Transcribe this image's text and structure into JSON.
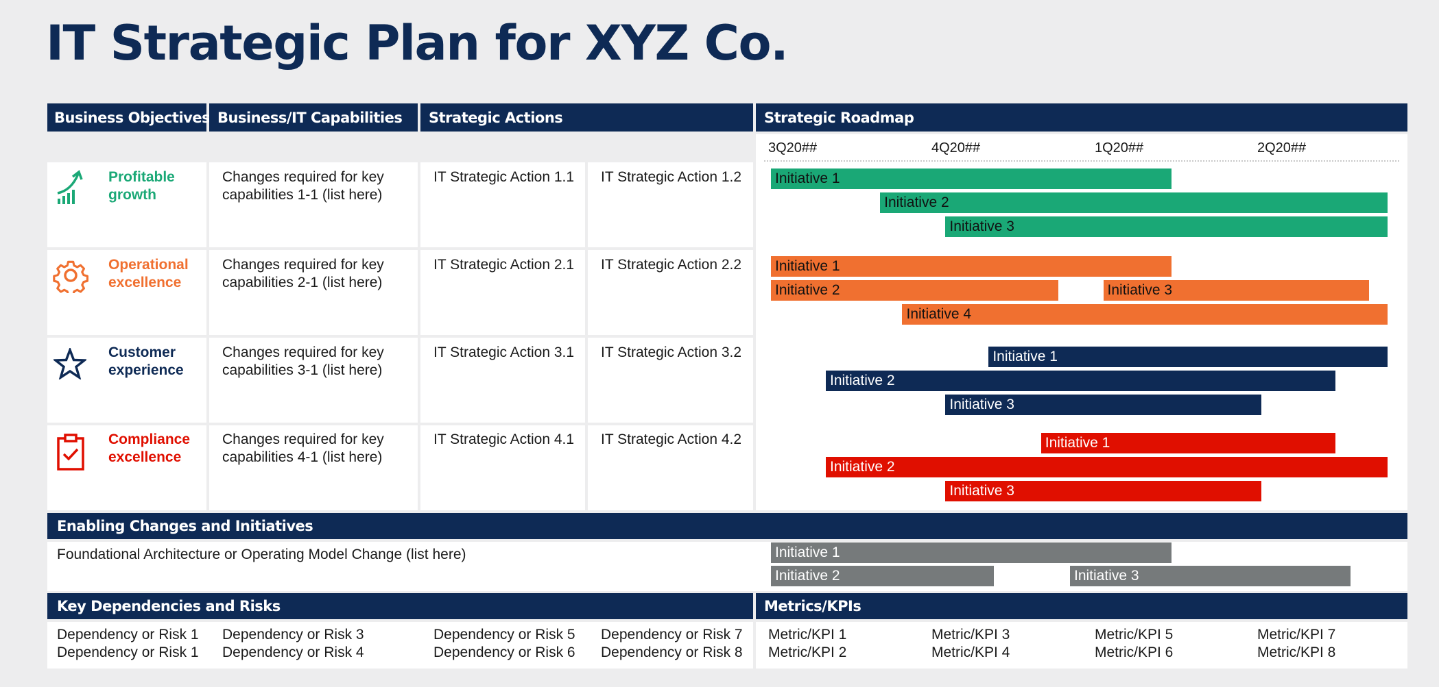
{
  "title": "IT Strategic Plan for XYZ Co.",
  "headers": {
    "objectives": "Business Objectives",
    "capabilities": "Business/IT Capabilities",
    "actions": "Strategic Actions",
    "roadmap": "Strategic Roadmap",
    "enabling": "Enabling Changes and Initiatives",
    "dependencies": "Key Dependencies and Risks",
    "metrics": "Metrics/KPIs"
  },
  "quarters": [
    "3Q20##",
    "4Q20##",
    "1Q20##",
    "2Q20##"
  ],
  "objectives": [
    {
      "label_line1": "Profitable",
      "label_line2": "growth",
      "color": "#1aa876",
      "icon": "growth-chart-icon",
      "capability_line1": "Changes required for key",
      "capability_line2": "capabilities 1-1 (list here)",
      "action1": "IT Strategic Action 1.1",
      "action2": "IT Strategic Action 1.2",
      "initiatives": [
        {
          "label": "Initiative 1",
          "start": 0.0,
          "end": 0.65
        },
        {
          "label": "Initiative 2",
          "start": 0.177,
          "end": 1.0
        },
        {
          "label": "Initiative 3",
          "start": 0.283,
          "end": 1.0
        }
      ]
    },
    {
      "label_line1": "Operational",
      "label_line2": "excellence",
      "color": "#f07030",
      "icon": "gear-icon",
      "capability_line1": "Changes required for key",
      "capability_line2": "capabilities 2-1 (list here)",
      "action1": "IT Strategic Action 2.1",
      "action2": "IT Strategic Action 2.2",
      "initiatives": [
        {
          "label": "Initiative 1",
          "start": 0.0,
          "end": 0.65
        },
        {
          "label": "Initiative 2",
          "start": 0.0,
          "end": 0.466
        },
        {
          "label": "Initiative 3",
          "start": 0.539,
          "end": 0.97
        },
        {
          "label": "Initiative 4",
          "start": 0.213,
          "end": 1.0
        }
      ]
    },
    {
      "label_line1": "Customer",
      "label_line2": "experience",
      "color": "#0e2a55",
      "icon": "star-icon",
      "capability_line1": "Changes required for key",
      "capability_line2": "capabilities 3-1 (list here)",
      "action1": "IT Strategic Action 3.1",
      "action2": "IT Strategic Action 3.2",
      "initiatives": [
        {
          "label": "Initiative 1",
          "start": 0.353,
          "end": 1.0
        },
        {
          "label": "Initiative 2",
          "start": 0.089,
          "end": 0.915
        },
        {
          "label": "Initiative 3",
          "start": 0.283,
          "end": 0.795
        }
      ]
    },
    {
      "label_line1": "Compliance",
      "label_line2": "excellence",
      "color": "#e00f00",
      "icon": "clipboard-check-icon",
      "capability_line1": "Changes required for key",
      "capability_line2": "capabilities 4-1 (list here)",
      "action1": "IT Strategic Action 4.1",
      "action2": "IT Strategic Action 4.2",
      "initiatives": [
        {
          "label": "Initiative 1",
          "start": 0.438,
          "end": 0.915
        },
        {
          "label": "Initiative 2",
          "start": 0.089,
          "end": 1.0
        },
        {
          "label": "Initiative 3",
          "start": 0.283,
          "end": 0.795
        }
      ]
    }
  ],
  "enabling": {
    "text": "Foundational Architecture or Operating Model Change (list here)",
    "color": "#767a7b",
    "initiatives": [
      {
        "label": "Initiative 1",
        "start": 0.0,
        "end": 0.65
      },
      {
        "label": "Initiative 2",
        "start": 0.0,
        "end": 0.362
      },
      {
        "label": "Initiative 3",
        "start": 0.485,
        "end": 0.94
      }
    ]
  },
  "dependencies": [
    [
      "Dependency or Risk 1",
      "Dependency or Risk 1"
    ],
    [
      "Dependency or Risk 3",
      "Dependency or Risk 4"
    ],
    [
      "Dependency or Risk 5",
      "Dependency or Risk 6"
    ],
    [
      "Dependency or Risk 7",
      "Dependency or Risk 8"
    ]
  ],
  "metrics": [
    [
      "Metric/KPI 1",
      "Metric/KPI 2"
    ],
    [
      "Metric/KPI 3",
      "Metric/KPI 4"
    ],
    [
      "Metric/KPI 5",
      "Metric/KPI 6"
    ],
    [
      "Metric/KPI 7",
      "Metric/KPI 8"
    ]
  ]
}
